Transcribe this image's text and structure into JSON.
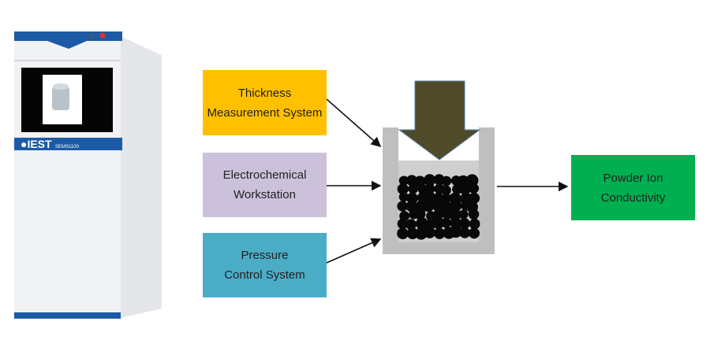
{
  "machine": {
    "brand": "IEST",
    "model": "SEMS1100"
  },
  "inputs": [
    {
      "label": "Thickness\nMeasurement System",
      "color": "#ffc000"
    },
    {
      "label": "Electrochemical\nWorkstation",
      "color": "#ccc1da"
    },
    {
      "label": "Pressure\nControl System",
      "color": "#4bacc6"
    }
  ],
  "output": {
    "label": "Powder Ion\nConductivity",
    "color": "#00b050"
  },
  "colors": {
    "press_arrow": "#4f4a2a",
    "cell": "#bfbfbf",
    "brand_blue": "#1c5aa6"
  }
}
